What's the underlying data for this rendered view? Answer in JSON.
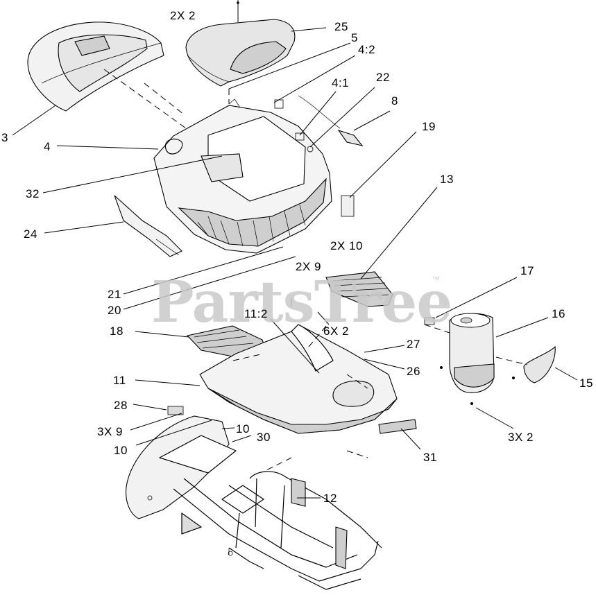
{
  "watermark": {
    "text": "PartsTree",
    "trademark": "™"
  },
  "callouts": {
    "c_2x2_top": "2X 2",
    "c_25": "25",
    "c_5": "5",
    "c_4_2": "4:2",
    "c_4_1": "4:1",
    "c_22": "22",
    "c_8": "8",
    "c_3": "3",
    "c_4": "4",
    "c_32": "32",
    "c_19": "19",
    "c_13": "13",
    "c_24": "24",
    "c_2x10": "2X 10",
    "c_2x9": "2X 9",
    "c_21": "21",
    "c_20": "20",
    "c_17": "17",
    "c_16": "16",
    "c_11_2": "11:2",
    "c_6x2": "6X 2",
    "c_18": "18",
    "c_27": "27",
    "c_26": "26",
    "c_15": "15",
    "c_11": "11",
    "c_28": "28",
    "c_3x9": "3X 9",
    "c_10a": "10",
    "c_10b": "10",
    "c_30": "30",
    "c_3x2": "3X 2",
    "c_31": "31",
    "c_12": "12"
  }
}
